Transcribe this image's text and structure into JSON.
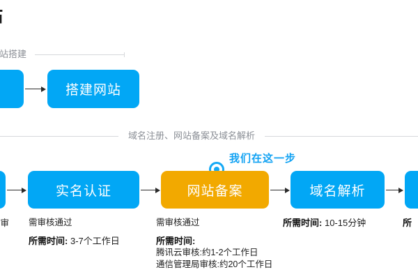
{
  "page": {
    "title": "站",
    "accent_blue": "#02A7F5",
    "accent_orange": "#F2A900",
    "marker_blue": "#15A9F5",
    "rule_color": "#d6d8db"
  },
  "sections": [
    {
      "label": "网站搭建"
    },
    {
      "label": "域名注册、网站备案及域名解析"
    }
  ],
  "top_flow": {
    "boxes": [
      {
        "label": "",
        "color": "blue",
        "clipped": true
      },
      {
        "label": "搭建网站",
        "color": "blue",
        "clipped": false
      }
    ]
  },
  "bottom_flow": {
    "marker": {
      "label": "我们在这一步"
    },
    "boxes": [
      {
        "label": "",
        "color": "blue",
        "clipped": true,
        "captions": []
      },
      {
        "label": "实名认证",
        "color": "blue",
        "clipped": false,
        "captions": [
          {
            "type": "note",
            "text": "需审核通过"
          },
          {
            "type": "time",
            "label": "所需时间:",
            "value": "3-7个工作日"
          }
        ]
      },
      {
        "label": "网站备案",
        "color": "orange",
        "clipped": false,
        "captions": [
          {
            "type": "note",
            "text": "需审核通过"
          },
          {
            "type": "time-heading",
            "label": "所需时间:"
          },
          {
            "type": "sub",
            "text": "腾讯云审核:约1-2个工作日"
          },
          {
            "type": "sub",
            "text": "通信管理局审核:约20个工作日"
          }
        ]
      },
      {
        "label": "域名解析",
        "color": "blue",
        "clipped": false,
        "captions": [
          {
            "type": "time",
            "label": "所需时间:",
            "value": "10-15分钟"
          }
        ]
      },
      {
        "label": "",
        "color": "blue",
        "clipped": true,
        "captions": [
          {
            "type": "time-partial",
            "text": "所"
          }
        ]
      }
    ]
  },
  "partial_left_caption": {
    "text": "需审"
  }
}
